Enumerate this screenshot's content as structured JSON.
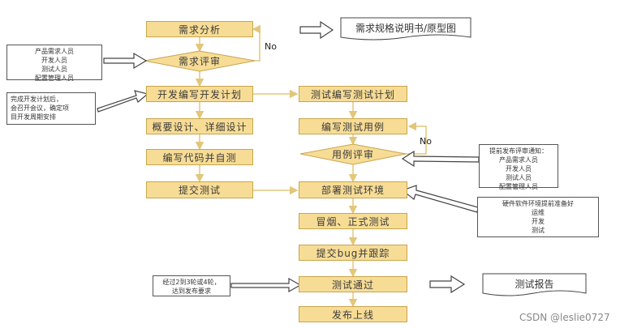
{
  "steps": {
    "req_analysis": "需求分析",
    "req_review": "需求评审",
    "dev_plan": "开发编写开发计划",
    "design": "概要设计、详细设计",
    "coding": "编写代码并自测",
    "submit_test": "提交测试",
    "test_plan": "测试编写测试计划",
    "write_cases": "编写测试用例",
    "case_review": "用例评审",
    "deploy_env": "部署测试环境",
    "smoke_test": "冒烟、正式测试",
    "submit_bug": "提交bug并跟踪",
    "test_pass": "测试通过",
    "release": "发布上线"
  },
  "docs": {
    "spec": "需求规格说明书/原型图",
    "report": "测试报告"
  },
  "labels": {
    "no_req": "No",
    "no_case": "No"
  },
  "notes": {
    "req_review_people": [
      "产品需求人员",
      "开发人员",
      "测试人员",
      "配置管理人员"
    ],
    "dev_plan_note": [
      "完成开发计划后，",
      "会召开会议，确定项",
      "目开发周期安排"
    ],
    "case_review_note": [
      "提前发布评审通知：",
      "产品需求人员",
      "开发人员",
      "测试人员",
      "配置管理人员"
    ],
    "env_note": [
      "硬件软件环境提前准备好",
      "运维",
      "开发",
      "测试"
    ],
    "pass_note": [
      "经过2到3轮或4轮，",
      "达到发布要求"
    ]
  },
  "watermark": "CSDN @leslie0727"
}
